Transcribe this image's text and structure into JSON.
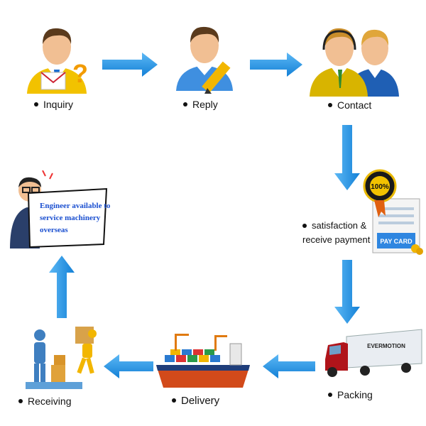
{
  "steps": {
    "inquiry": "Inquiry",
    "reply": "Reply",
    "contact": "Contact",
    "satisfaction_line1": "satisfaction &",
    "satisfaction_line2": "receive payment",
    "packing": "Packing",
    "delivery": "Delivery",
    "receiving": "Receiving"
  },
  "sign_text": {
    "line1": "Engineer available to",
    "line2": "service machinery",
    "line3": "overseas"
  },
  "badges": {
    "guarantee": "100%",
    "pay_card": "PAY CARD",
    "truck_brand": "EVERMOTION"
  },
  "colors": {
    "arrow": "#1e90e6",
    "sign_text": "#1a4fd0"
  }
}
